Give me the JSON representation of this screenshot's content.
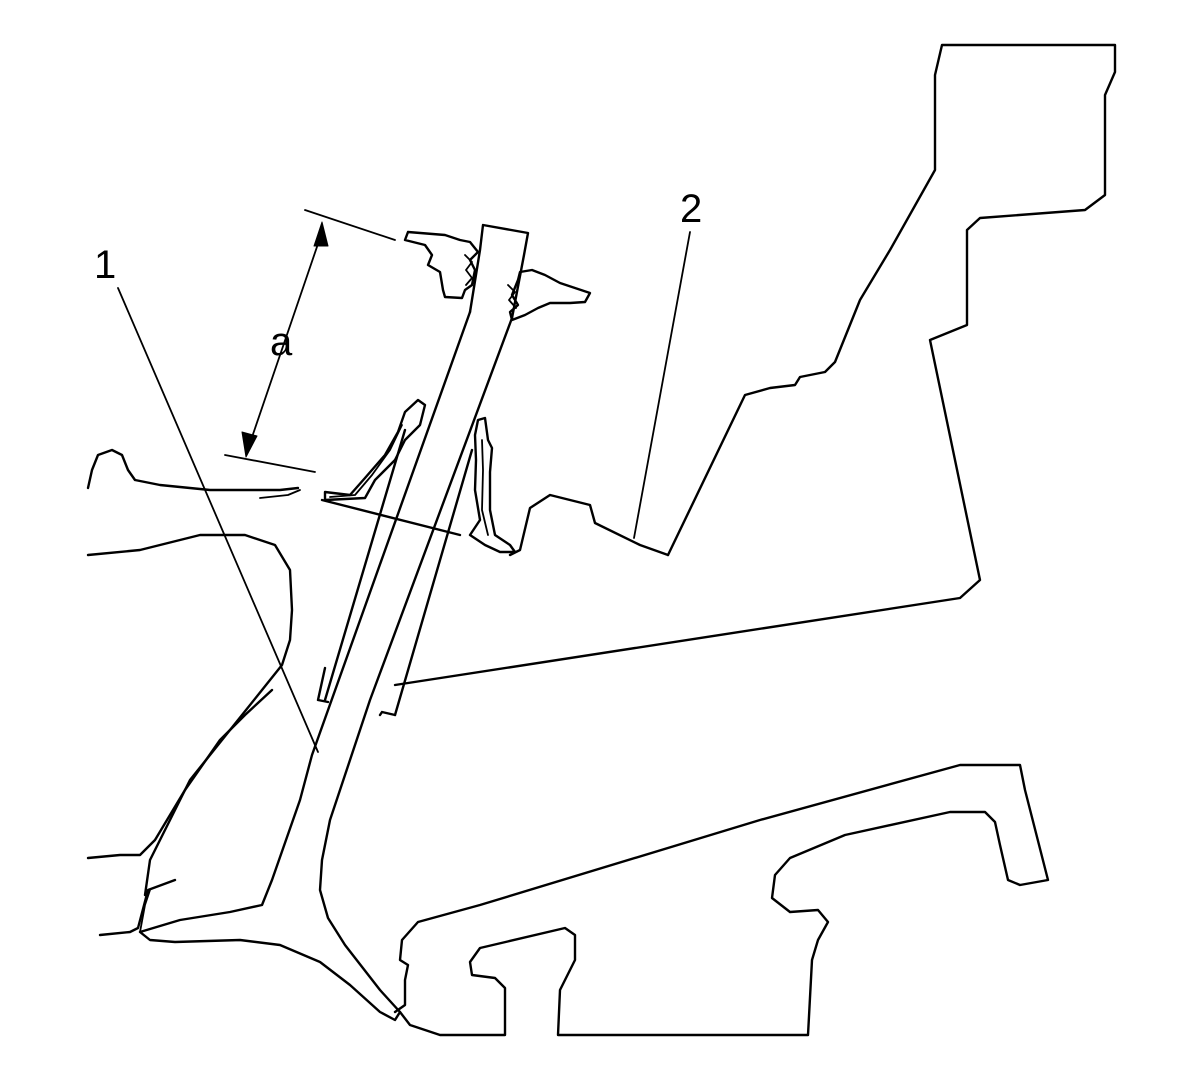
{
  "callouts": {
    "label_1": "1",
    "label_2": "2",
    "dimension_a": "a"
  },
  "colors": {
    "line": "#000000",
    "background": "#ffffff"
  }
}
